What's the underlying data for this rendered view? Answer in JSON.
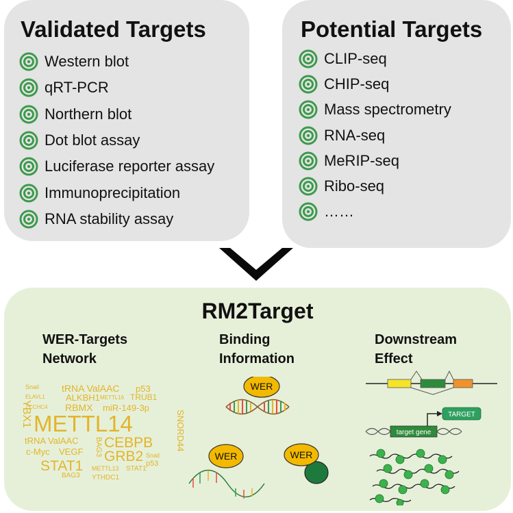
{
  "validated": {
    "title": "Validated Targets",
    "items": [
      "Western blot",
      "qRT-PCR",
      "Northern blot",
      "Dot blot assay",
      "Luciferase reporter assay",
      "Immunoprecipitation",
      "RNA stability assay"
    ]
  },
  "potential": {
    "title": "Potential Targets",
    "items": [
      "CLIP-seq",
      "CHIP-seq",
      "Mass spectrometry",
      "RNA-seq",
      "MeRIP-seq",
      "Ribo-seq",
      "……"
    ]
  },
  "rm2target": {
    "title": "RM2Target",
    "network": {
      "line1": "WER-Targets",
      "line2": "Network"
    },
    "binding": {
      "line1": "Binding",
      "line2": "Information",
      "wer_label": "WER"
    },
    "effect": {
      "line1": "Downstream",
      "line2": "Effect",
      "target_label": "TARGET",
      "gene_label": "target gene"
    }
  },
  "wordcloud": [
    "Snail",
    "tRNA ValAAC",
    "p53",
    "ELAVL1",
    "ALKBH1",
    "METTL16",
    "TRUB1",
    "ZCCHC4",
    "RBMX",
    "miR-149-3p",
    "YBX1",
    "METTL14",
    "SNORD44",
    "BAG3",
    "tRNA ValAAC",
    "CEBPB",
    "c-Myc",
    "VEGF",
    "GRB2",
    "Snail",
    "STAT1",
    "p53",
    "METTL13",
    "STAT1",
    "BAG3",
    "YTHDC1"
  ],
  "colors": {
    "panel_grey": "#e4e4e4",
    "panel_green": "#e6f0d9",
    "icon_green": "#3c9a4c",
    "wordcloud_gold": "#e3b42a",
    "wer_yellow": "#f2b900",
    "dark_green": "#1e7a3c"
  },
  "icons": [
    "target-icon",
    "chevron-down-icon"
  ]
}
